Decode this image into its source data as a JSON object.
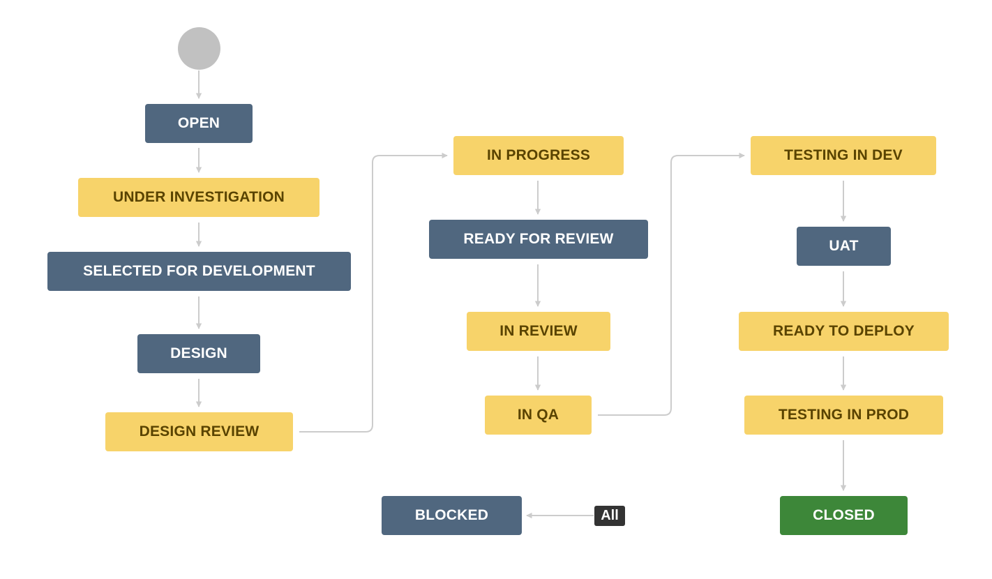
{
  "colors": {
    "todo": "#50677f",
    "in_progress": "#f7d36a",
    "in_progress_text": "#594300",
    "done": "#3d8739",
    "connector": "#cccccc",
    "start_node": "#c1c1c1",
    "all_badge": "#333333"
  },
  "statuses": {
    "open": "OPEN",
    "under_investigation": "UNDER INVESTIGATION",
    "selected_for_development": "SELECTED FOR DEVELOPMENT",
    "design": "DESIGN",
    "design_review": "DESIGN REVIEW",
    "in_progress": "IN PROGRESS",
    "ready_for_review": "READY FOR REVIEW",
    "in_review": "IN REVIEW",
    "in_qa": "IN QA",
    "testing_in_dev": "TESTING IN DEV",
    "uat": "UAT",
    "ready_to_deploy": "READY TO DEPLOY",
    "testing_in_prod": "TESTING IN PROD",
    "closed": "CLOSED",
    "blocked": "BLOCKED"
  },
  "global_transition": {
    "label": "All",
    "target": "BLOCKED"
  },
  "transitions": [
    [
      "START",
      "OPEN"
    ],
    [
      "OPEN",
      "UNDER INVESTIGATION"
    ],
    [
      "UNDER INVESTIGATION",
      "SELECTED FOR DEVELOPMENT"
    ],
    [
      "SELECTED FOR DEVELOPMENT",
      "DESIGN"
    ],
    [
      "DESIGN",
      "DESIGN REVIEW"
    ],
    [
      "DESIGN REVIEW",
      "IN PROGRESS"
    ],
    [
      "IN PROGRESS",
      "READY FOR REVIEW"
    ],
    [
      "READY FOR REVIEW",
      "IN REVIEW"
    ],
    [
      "IN REVIEW",
      "IN QA"
    ],
    [
      "IN QA",
      "TESTING IN DEV"
    ],
    [
      "TESTING IN DEV",
      "UAT"
    ],
    [
      "UAT",
      "READY TO DEPLOY"
    ],
    [
      "READY TO DEPLOY",
      "TESTING IN PROD"
    ],
    [
      "TESTING IN PROD",
      "CLOSED"
    ],
    [
      "All",
      "BLOCKED"
    ]
  ]
}
